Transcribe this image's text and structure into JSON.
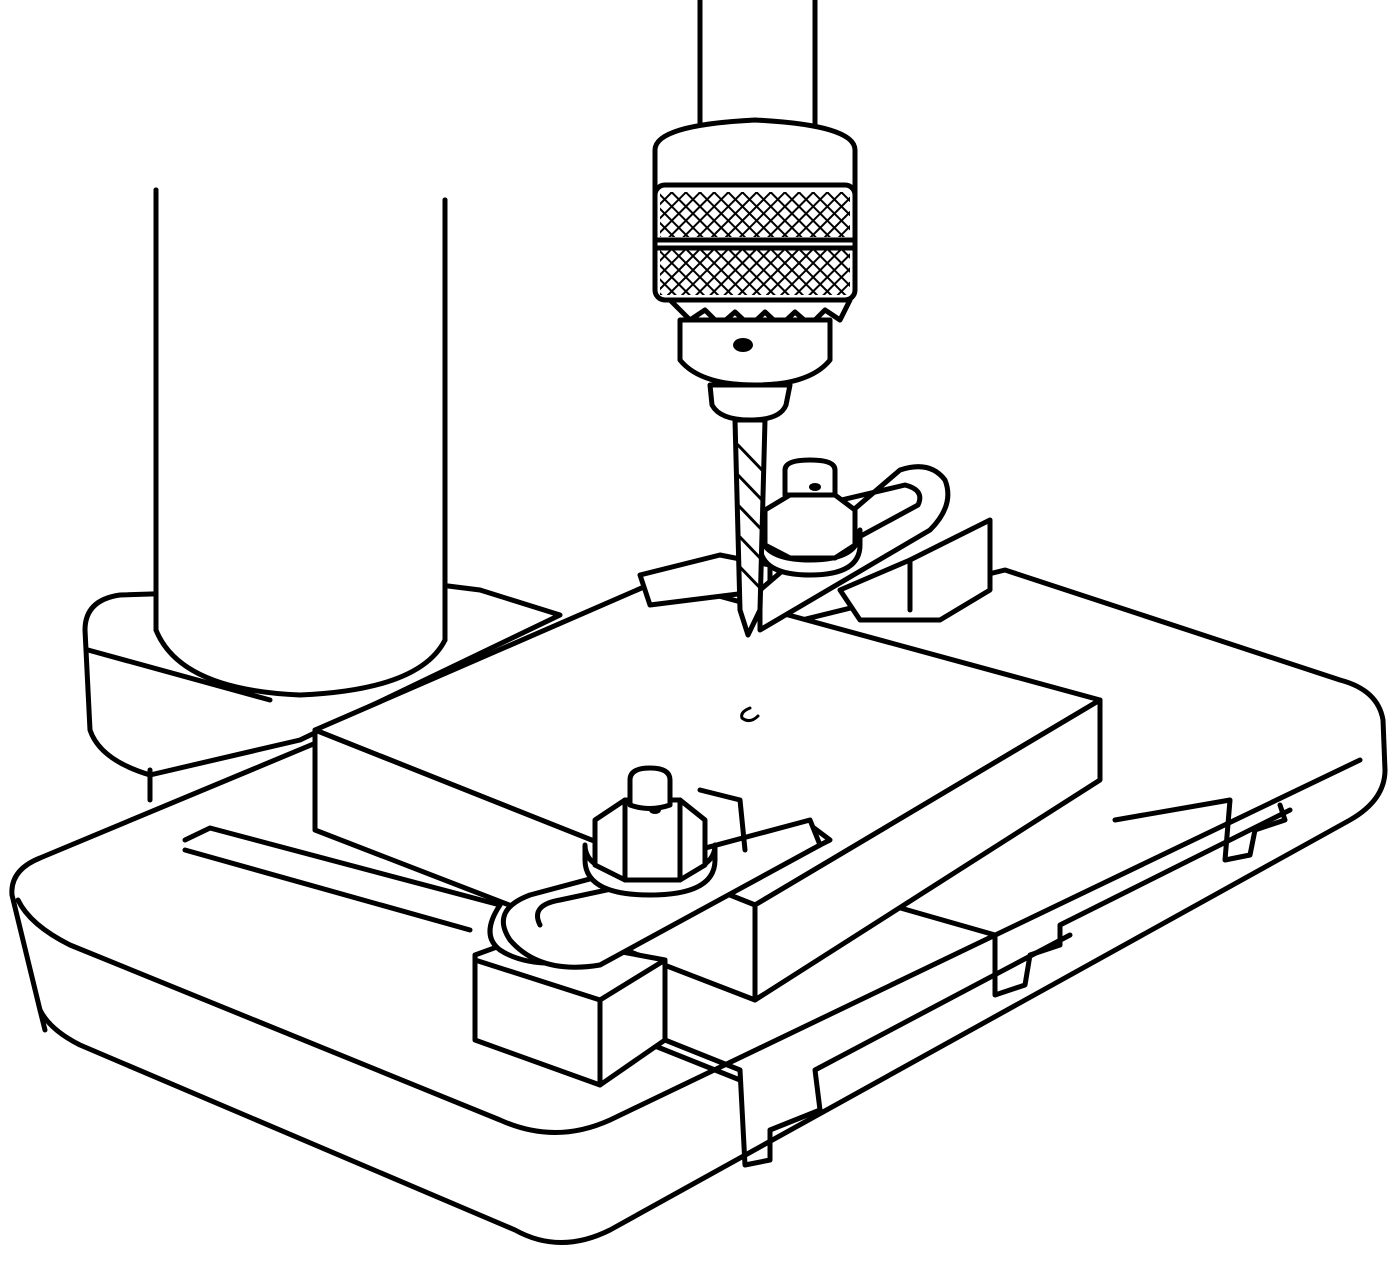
{
  "figure": {
    "caption": "",
    "colors": {
      "ink": "#000000",
      "paper": "#ffffff"
    },
    "components": [
      "drill-press-column",
      "column-base-collar",
      "drill-table",
      "t-slots",
      "workpiece-block",
      "drill-spindle",
      "drill-chuck",
      "twist-drill-bit",
      "strap-clamp-rear",
      "strap-clamp-front",
      "hex-nuts",
      "support-blocks",
      "center-punch-mark"
    ]
  }
}
